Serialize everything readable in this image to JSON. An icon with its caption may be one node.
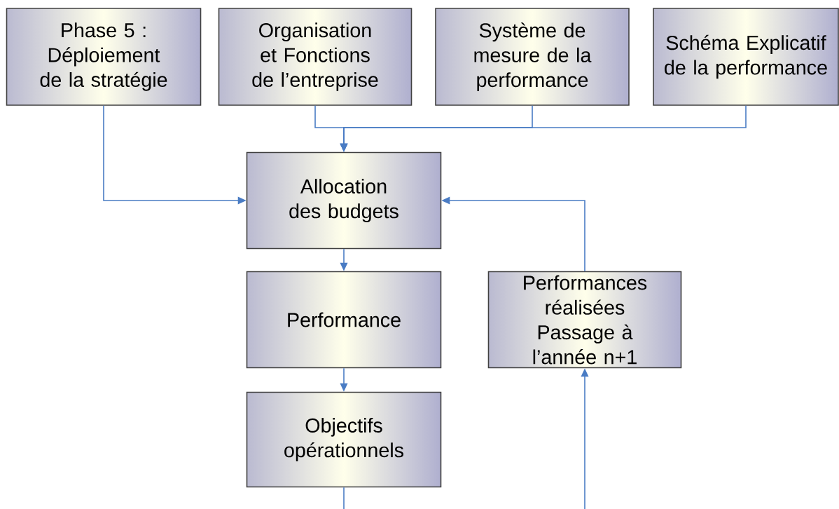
{
  "diagram": {
    "nodes": [
      {
        "text": [
          "Phase 5 : Déploiement de la stratégie"
        ]
      },
      {
        "text": [
          "Organisation et Fonctions de l’entreprise"
        ]
      },
      {
        "text": [
          "Système de mesure de la performance"
        ]
      },
      {
        "text": [
          "Schéma Explicatif de la performance"
        ]
      },
      {
        "text": [
          "Allocation des budgets"
        ]
      },
      {
        "text": [
          "Performance"
        ]
      },
      {
        "text": [
          "Objectifs opérationnels"
        ]
      },
      {
        "text": [
          "Performances réalisées",
          "Passage à l’année n+1"
        ]
      }
    ],
    "edges": [
      {
        "from": 0,
        "to": 4,
        "arrow": "to"
      },
      {
        "from": 1,
        "to": 4,
        "arrow": "to"
      },
      {
        "from": 2,
        "to": 4,
        "arrow": "to"
      },
      {
        "from": 3,
        "to": 4,
        "arrow": "to"
      },
      {
        "from": 7,
        "to": 4,
        "arrow": "to"
      },
      {
        "from": 4,
        "to": 5,
        "arrow": "to"
      },
      {
        "from": 5,
        "to": 6,
        "arrow": "to"
      },
      {
        "from": 6,
        "to": null,
        "arrow": "none"
      },
      {
        "from": null,
        "to": 7,
        "arrow": "to"
      }
    ]
  }
}
